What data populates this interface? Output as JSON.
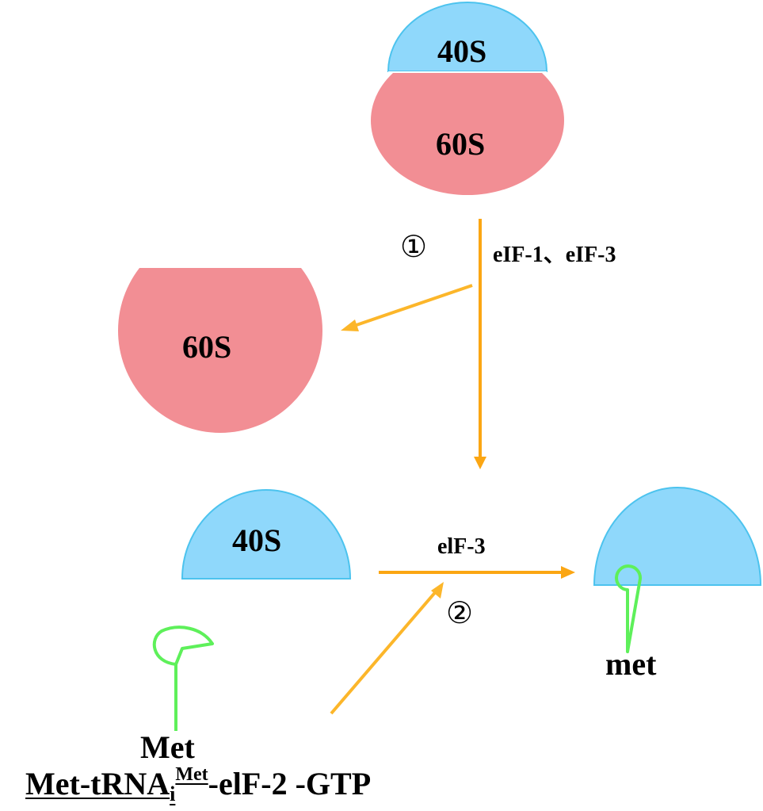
{
  "colors": {
    "small_subunit": "#8fd8fb",
    "small_subunit_stroke": "#4cc3ee",
    "large_subunit": "#f28e94",
    "arrow": "#fba613",
    "arrow_light": "#fcb62a",
    "trna": "#5ef05a"
  },
  "ribosome": {
    "top_small": "40S",
    "top_large": "60S"
  },
  "step1": {
    "number": "①",
    "factors": "eIF-1、eIF-3",
    "released": "60S"
  },
  "step2": {
    "number": "②",
    "factor": "elF-3",
    "small": "40S",
    "product_label": "met"
  },
  "trna": {
    "label": "Met",
    "formula": {
      "main": "Met-tRNA",
      "sub": "i",
      "sup": "Met",
      "tail": "-elF-2 -GTP"
    }
  }
}
